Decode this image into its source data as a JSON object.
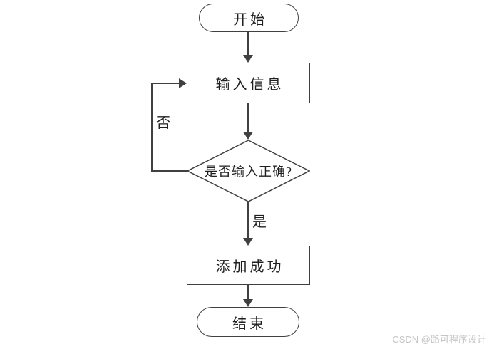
{
  "flowchart": {
    "colors": {
      "stroke": "#404040",
      "text": "#1f1f1f",
      "watermark": "#c5c5c5",
      "background": "#ffffff"
    },
    "nodes": [
      {
        "id": "start",
        "type": "terminator",
        "label": "开始"
      },
      {
        "id": "input",
        "type": "process",
        "label": "输入信息"
      },
      {
        "id": "decision",
        "type": "decision",
        "label": "是否输入正确?"
      },
      {
        "id": "success",
        "type": "process",
        "label": "添加成功"
      },
      {
        "id": "end",
        "type": "terminator",
        "label": "结束"
      }
    ],
    "edges": [
      {
        "from": "start",
        "to": "input",
        "label": ""
      },
      {
        "from": "input",
        "to": "decision",
        "label": ""
      },
      {
        "from": "decision",
        "to": "input",
        "label": "否"
      },
      {
        "from": "decision",
        "to": "success",
        "label": "是"
      },
      {
        "from": "success",
        "to": "end",
        "label": ""
      }
    ]
  },
  "page": {
    "watermark": "CSDN @路可程序设计"
  }
}
